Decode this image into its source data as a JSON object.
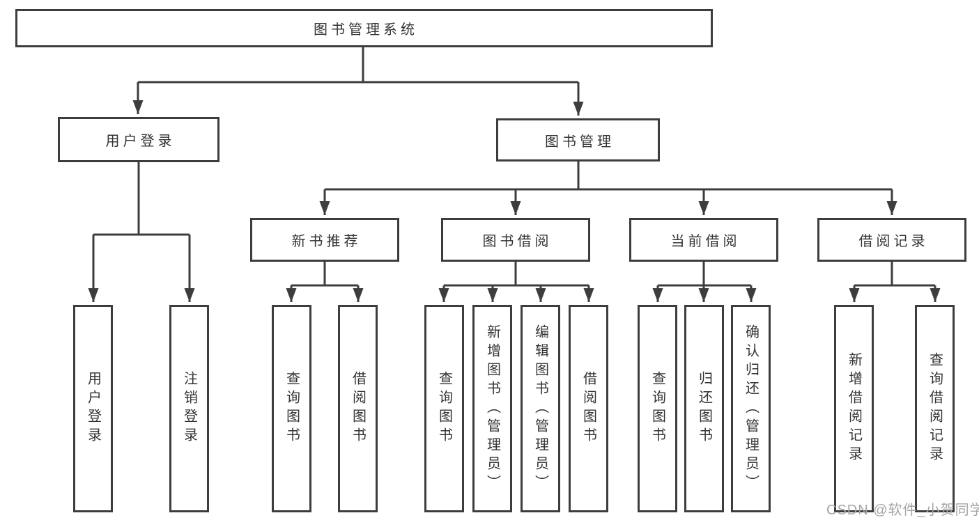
{
  "diagram": {
    "root": {
      "label": "图书管理系统"
    },
    "user_login": {
      "label": "用户登录",
      "children": [
        "用户登录",
        "注销登录"
      ]
    },
    "book_management": {
      "label": "图书管理",
      "sections": [
        {
          "label": "新书推荐",
          "children": [
            "查询图书",
            "借阅图书"
          ]
        },
        {
          "label": "图书借阅",
          "children": [
            "查询图书",
            "新增图书（管理员）",
            "编辑图书（管理员）",
            "借阅图书"
          ]
        },
        {
          "label": "当前借阅",
          "children": [
            "查询图书",
            "归还图书",
            "确认归还（管理员）"
          ]
        },
        {
          "label": "借阅记录",
          "children": [
            "新增借阅记录",
            "查询借阅记录"
          ]
        }
      ]
    },
    "watermark": "CSDN @软件_小贺同学",
    "colors": {
      "line": "#3d3d3d",
      "text": "#333333",
      "watermark": "#a6a6a6",
      "background": "#ffffff"
    }
  }
}
